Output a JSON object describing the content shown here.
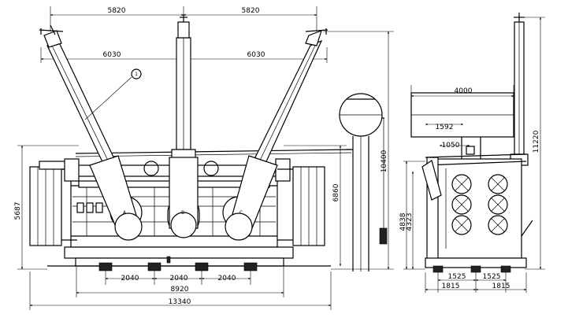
{
  "callout": {
    "number": "1"
  },
  "phase_labels": {
    "a": "A",
    "b": "B",
    "c": "C"
  },
  "front_view": {
    "dims": {
      "top_span_left": "5820",
      "top_span_right": "5820",
      "mid_span_left": "6030",
      "mid_span_right": "6030",
      "overall_height": "10400",
      "tank_height": "6860",
      "left_height": "5687",
      "wheel_gap_1": "2040",
      "wheel_gap_2": "2040",
      "wheel_gap_3": "2040",
      "wheel_base": "8920",
      "overall_length": "13340"
    }
  },
  "side_view": {
    "dims": {
      "conservator_length": "4000",
      "offset_1592": "1592",
      "offset_1050": "1050",
      "overall_height": "11220",
      "height_4838": "4838",
      "height_4323": "4323",
      "gauge_left": "1525",
      "gauge_right": "1525",
      "base_left": "1815",
      "base_right": "1815"
    }
  }
}
